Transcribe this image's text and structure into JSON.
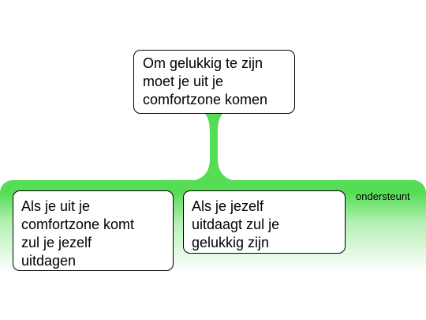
{
  "main_claim": {
    "text": "Om gelukkig te zijn\nmoet je uit je\ncomfortzone komen"
  },
  "support_group": {
    "label": "ondersteunt",
    "reasons": [
      {
        "text": "Als je uit je\ncomfortzone komt\nzul je jezelf\nuitdagen"
      },
      {
        "text": "Als je jezelf\nuitdaagt zul je\ngelukkig zijn"
      }
    ]
  },
  "colors": {
    "support": "#55dd55",
    "box_border": "#000000",
    "box_fill": "#ffffff"
  }
}
